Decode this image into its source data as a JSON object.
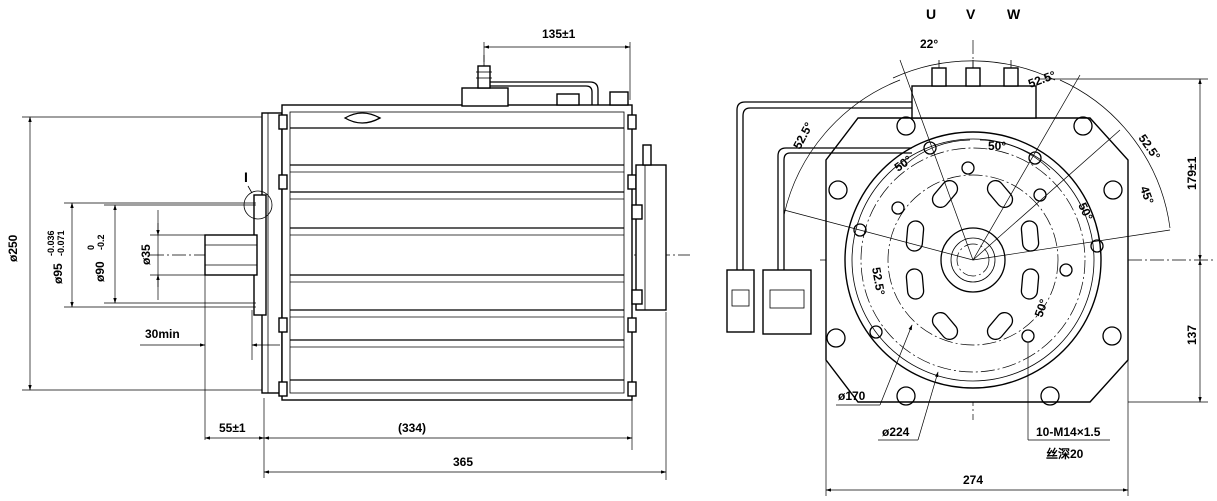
{
  "phases": [
    "U",
    "V",
    "W"
  ],
  "side_view": {
    "dims": {
      "top_width": "135±1",
      "dia_250": "ø250",
      "dia_95_main": "ø95",
      "dia_95_tol_upper": "-0.036",
      "dia_95_tol_lower": "-0.071",
      "dia_90_main": "ø90",
      "dia_90_tol_upper": "0",
      "dia_90_tol_lower": "-0.2",
      "dia_35": "ø35",
      "min_30": "30min",
      "shaft_55": "55±1",
      "body_334": "(334)",
      "overall_365": "365",
      "detail_mark": "I"
    }
  },
  "front_view": {
    "angles": {
      "a22": "22°",
      "a52_top_right": "52.5°",
      "a52_left": "52.5°",
      "a52_right": "52.5°",
      "a45": "45°",
      "a50_top": "50°",
      "a50_left": "50°",
      "a50_right": "50°",
      "a50_lower": "50°",
      "a52_inner": "52.5°"
    },
    "dims": {
      "h_179": "179±1",
      "h_137": "137",
      "dia_170": "ø170",
      "dia_224": "ø224",
      "thread": "10-M14×1.5",
      "thread_depth": "丝深20",
      "width_274": "274"
    }
  }
}
